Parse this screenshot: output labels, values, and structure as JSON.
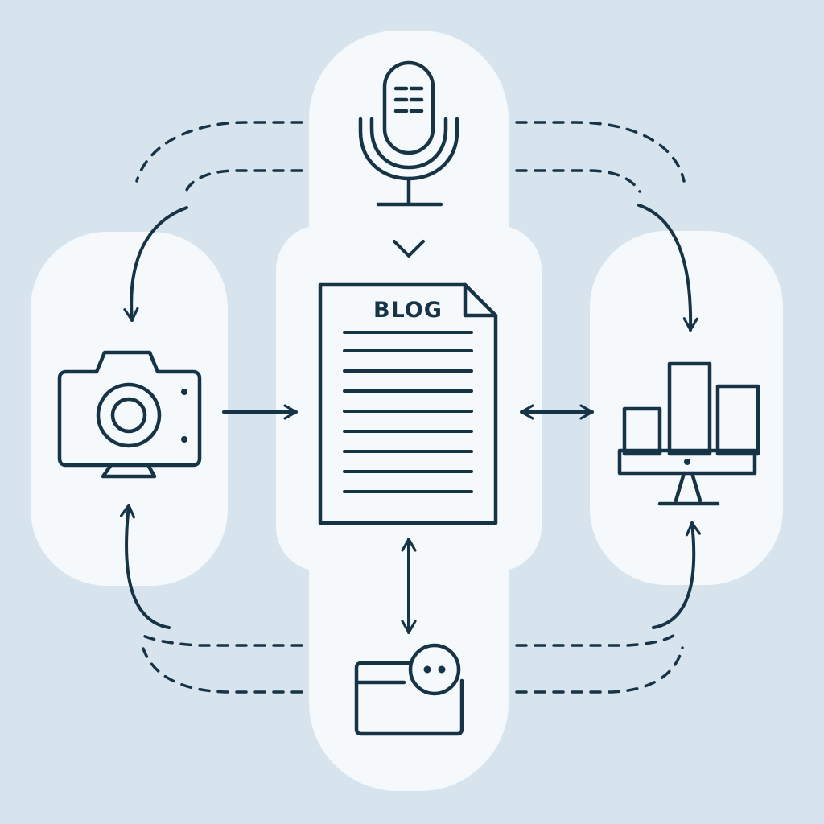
{
  "document": {
    "label": "BLOG"
  },
  "nodes": [
    {
      "name": "microphone-icon",
      "role": "audio"
    },
    {
      "name": "blog-document-icon",
      "role": "blog"
    },
    {
      "name": "camera-icon",
      "role": "photo"
    },
    {
      "name": "analytics-monitor-icon",
      "role": "analytics"
    },
    {
      "name": "browser-window-icon",
      "role": "web"
    }
  ],
  "colors": {
    "background": "#d7e4ee",
    "panel": "#f6f9fc",
    "stroke": "#173447"
  }
}
